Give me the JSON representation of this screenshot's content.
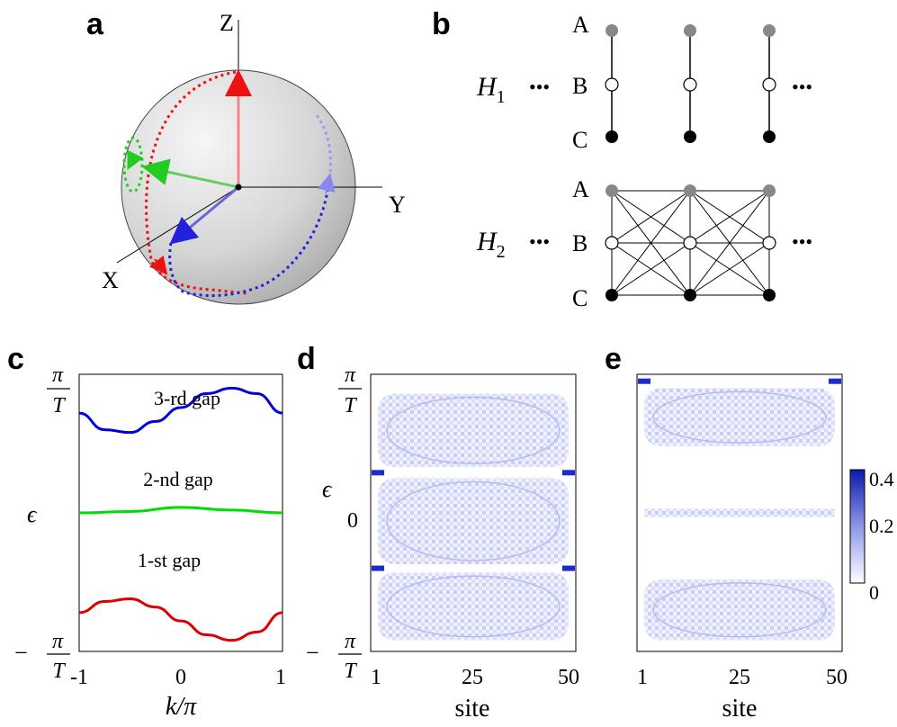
{
  "panels": {
    "a": {
      "label": "a",
      "axes": {
        "z": "Z",
        "y": "Y",
        "x": "X"
      }
    },
    "b": {
      "label": "b",
      "h1": {
        "base": "H",
        "sub": "1"
      },
      "h2": {
        "base": "H",
        "sub": "2"
      },
      "sites": [
        "A",
        "B",
        "C"
      ],
      "ellipsis": "•••"
    },
    "c": {
      "label": "c",
      "gap_labels": [
        "3-rd gap",
        "2-nd gap",
        "1-st gap"
      ],
      "ylabel": "ϵ",
      "xlabel": "k/π",
      "ytick_top": {
        "num": "π",
        "den": "T"
      },
      "ytick_bottom": {
        "sign": "−",
        "num": "π",
        "den": "T"
      },
      "xticks": [
        "-1",
        "0",
        "1"
      ]
    },
    "d": {
      "label": "d",
      "ylabel": "ϵ",
      "ytick_top": {
        "num": "π",
        "den": "T"
      },
      "ytick_mid": "0",
      "ytick_bottom": {
        "sign": "−",
        "num": "π",
        "den": "T"
      },
      "xticks": [
        "1",
        "25",
        "50"
      ],
      "xlabel": "site"
    },
    "e": {
      "label": "e",
      "xticks": [
        "1",
        "25",
        "50"
      ],
      "xlabel": "site",
      "colorbar": {
        "ticks": [
          "0.4",
          "0.2",
          "0"
        ],
        "color_high": "#0d1aa8",
        "color_low": "#ffffff"
      }
    }
  },
  "chart_data": [
    {
      "type": "line",
      "panel": "c",
      "xlabel": "k/π",
      "ylabel": "ϵ",
      "xlim": [
        -1,
        1
      ],
      "ylim": [
        -1,
        1
      ],
      "y_units": "π/T",
      "series": [
        {
          "color": "#0000dd",
          "x": [
            -1,
            -0.75,
            -0.5,
            -0.25,
            0,
            0.25,
            0.5,
            0.75,
            1
          ],
          "y": [
            0.72,
            0.6,
            0.58,
            0.66,
            0.76,
            0.86,
            0.9,
            0.86,
            0.72
          ]
        },
        {
          "color": "#00dd00",
          "x": [
            -1,
            -0.5,
            0,
            0.5,
            1
          ],
          "y": [
            0.0,
            0.01,
            0.04,
            0.02,
            0.0
          ]
        },
        {
          "color": "#dd0000",
          "x": [
            -1,
            -0.75,
            -0.5,
            -0.25,
            0,
            0.25,
            0.5,
            0.75,
            1
          ],
          "y": [
            -0.72,
            -0.64,
            -0.62,
            -0.68,
            -0.78,
            -0.88,
            -0.92,
            -0.86,
            -0.72
          ]
        }
      ]
    },
    {
      "type": "heatmap",
      "panel": "d",
      "xlabel": "site",
      "ylabel": "ϵ",
      "xlim": [
        1,
        50
      ],
      "ylim": [
        -1,
        1
      ],
      "clim": [
        0,
        0.4
      ],
      "bands": [
        [
          0.33,
          0.86
        ],
        [
          -0.37,
          0.25
        ],
        [
          -0.92,
          -0.43
        ]
      ],
      "edge_states": [
        0.29,
        -0.4
      ]
    },
    {
      "type": "heatmap",
      "panel": "e",
      "xlabel": "site",
      "xlim": [
        1,
        50
      ],
      "ylim": [
        -1,
        1
      ],
      "clim": [
        0,
        0.4
      ],
      "bands": [
        [
          0.48,
          0.9
        ],
        [
          -0.03,
          0.03
        ],
        [
          -0.92,
          -0.48
        ]
      ],
      "edge_states": [
        0.95
      ]
    }
  ]
}
